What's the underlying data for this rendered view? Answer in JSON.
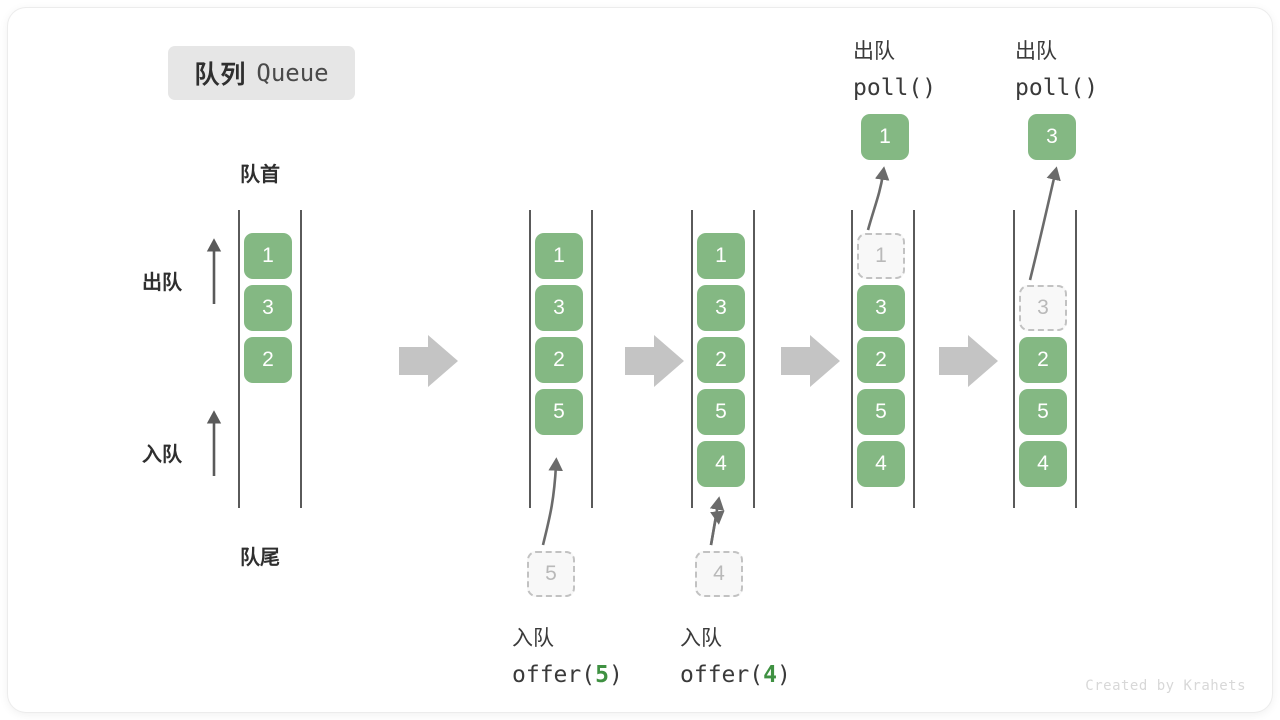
{
  "title": {
    "cn": "队列",
    "en": "Queue"
  },
  "legend": {
    "head": "队首",
    "tail": "队尾",
    "dequeue": "出队",
    "enqueue": "入队"
  },
  "watermark": "Created by Krahets",
  "colors": {
    "element_green": "#84b883",
    "ghost_fill": "#f8f8f8",
    "ghost_border": "#c2c2c2",
    "ghost_text": "#b9b9b9",
    "channel_line": "#5a5a5a",
    "flow_arrow": "#c4c4c4",
    "code_accent": "#3f9142",
    "text_dark": "#2f2f2f",
    "badge_bg": "#e6e6e6"
  },
  "columns": [
    {
      "id": "initial",
      "caption_cn": "",
      "caption_code": "",
      "cells": [
        "1",
        "3",
        "2"
      ],
      "ghost_in_channel": null,
      "ghost_below": null,
      "popped": null
    },
    {
      "id": "offer-5",
      "caption_cn": "入队",
      "caption_code_prefix": "offer(",
      "caption_code_arg": "5",
      "caption_code_suffix": ")",
      "cells": [
        "1",
        "3",
        "2",
        "5"
      ],
      "ghost_in_channel": null,
      "ghost_below": "5",
      "popped": null
    },
    {
      "id": "offer-4",
      "caption_cn": "入队",
      "caption_code_prefix": "offer(",
      "caption_code_arg": "4",
      "caption_code_suffix": ")",
      "cells": [
        "1",
        "3",
        "2",
        "5",
        "4"
      ],
      "ghost_in_channel": null,
      "ghost_below": "4",
      "popped": null
    },
    {
      "id": "poll-1",
      "caption_cn": "出队",
      "caption_code_prefix": "poll(",
      "caption_code_arg": "",
      "caption_code_suffix": ")",
      "cells": [
        "3",
        "2",
        "5",
        "4"
      ],
      "ghost_in_channel": "1",
      "ghost_below": null,
      "popped": "1"
    },
    {
      "id": "poll-3",
      "caption_cn": "出队",
      "caption_code_prefix": "poll(",
      "caption_code_arg": "",
      "caption_code_suffix": ")",
      "cells": [
        "2",
        "5",
        "4"
      ],
      "ghost_in_channel": "3",
      "ghost_below": null,
      "popped": "3"
    }
  ]
}
